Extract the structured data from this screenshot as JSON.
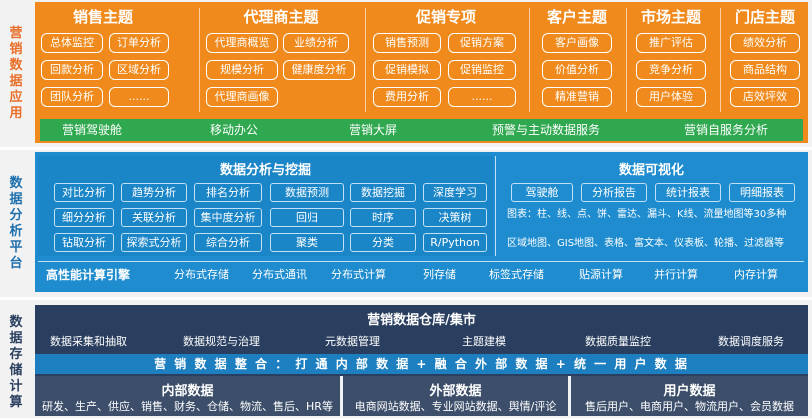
{
  "application_layer": {
    "label": "营销数据应用",
    "themes": [
      {
        "title": "销售主题",
        "items": [
          "总体监控",
          "订单分析",
          "回款分析",
          "区域分析",
          "团队分析",
          "......"
        ]
      },
      {
        "title": "代理商主题",
        "items": [
          "代理商概览",
          "业绩分析",
          "规模分析",
          "健康度分析",
          "代理商画像"
        ]
      },
      {
        "title": "促销专项",
        "items": [
          "销售预测",
          "促销方案",
          "促销模拟",
          "促销监控",
          "费用分析",
          "......"
        ]
      },
      {
        "title": "客户主题",
        "items": [
          "客户画像",
          "价值分析",
          "精准营销"
        ]
      },
      {
        "title": "市场主题",
        "items": [
          "推广评估",
          "竞争分析",
          "用户体验"
        ]
      },
      {
        "title": "门店主题",
        "items": [
          "绩效分析",
          "商品结构",
          "店效坪效"
        ]
      }
    ],
    "bottom_bar": [
      "营销驾驶舱",
      "移动办公",
      "营销大屏",
      "预警与主动数据服务",
      "营销自服务分析"
    ]
  },
  "analysis_layer": {
    "label": "数据分析平台",
    "mining": {
      "title": "数据分析与挖掘",
      "items": [
        "对比分析",
        "趋势分析",
        "排名分析",
        "数据预测",
        "数据挖掘",
        "深度学习",
        "细分分析",
        "关联分析",
        "集中度分析",
        "回归",
        "时序",
        "决策树",
        "钻取分析",
        "探索式分析",
        "综合分析",
        "聚类",
        "分类",
        "R/Python"
      ]
    },
    "visualization": {
      "title": "数据可视化",
      "items": [
        "驾驶舱",
        "分析报告",
        "统计报表",
        "明细报表"
      ],
      "chart_text": "图表：柱、线、点、饼、雷达、漏斗、K线、流量地图等30多种",
      "map_text": "区域地图、GIS地图、表格、富文本、仪表板、轮播、过滤器等"
    },
    "compute_bar": {
      "head": "高性能计算引擎",
      "items": [
        "分布式存储",
        "分布式通讯",
        "分布式计算",
        "列存储",
        "标签式存储",
        "贴源计算",
        "并行计算",
        "内存计算"
      ]
    }
  },
  "storage_layer": {
    "label": "数据存储计算",
    "title": "营销数据仓库/集市",
    "items": [
      "数据采集和抽取",
      "数据规范与治理",
      "元数据管理",
      "主题建模",
      "数据质量监控",
      "数据调度服务"
    ],
    "integration_bar": "营 销 数 据 整 合 ：  打 通 内 部 数 据    +    融 合 外 部 数 据    +    统 一 用 户 数 据",
    "sources": [
      {
        "title": "内部数据",
        "items": "研发、生产、供应、销售、财务、仓储、物流、售后、HR等"
      },
      {
        "title": "外部数据",
        "items": "电商网站数据、专业网站数据、舆情/评论"
      },
      {
        "title": "用户数据",
        "items": "售后用户、电商用户、物流用户、会员数据"
      }
    ]
  }
}
